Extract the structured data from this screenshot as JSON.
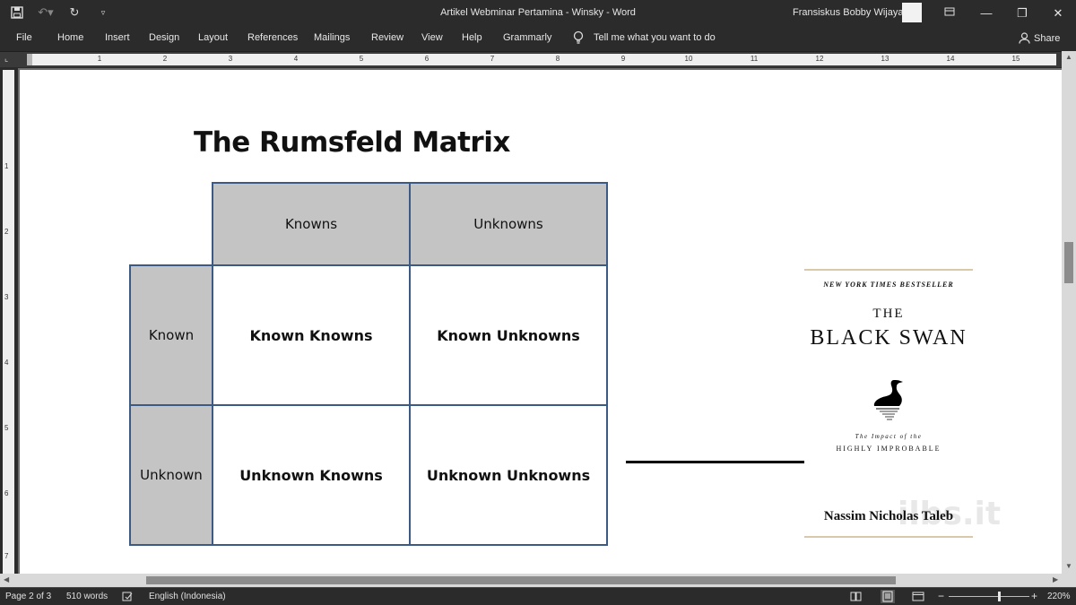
{
  "window": {
    "title": "Artikel Webminar Pertamina - Winsky  -  Word",
    "user": "Fransiskus Bobby Wijaya"
  },
  "ribbon": {
    "tabs": [
      "File",
      "Home",
      "Insert",
      "Design",
      "Layout",
      "References",
      "Mailings",
      "Review",
      "View",
      "Help",
      "Grammarly"
    ],
    "tell_me": "Tell me what you want to do",
    "share": "Share"
  },
  "ruler": {
    "h_ticks": [
      "1",
      "2",
      "3",
      "4",
      "5",
      "6",
      "7",
      "8",
      "9",
      "10",
      "11",
      "12",
      "13",
      "14",
      "15"
    ],
    "v_ticks": [
      "1",
      "2",
      "3",
      "4",
      "5",
      "6",
      "7"
    ]
  },
  "document": {
    "title": "The Rumsfeld Matrix",
    "matrix": {
      "col_headers": [
        "Knowns",
        "Unknowns"
      ],
      "row_headers": [
        "Known",
        "Unknown"
      ],
      "cells": [
        [
          "Known Knowns",
          "Known Unknowns"
        ],
        [
          "Unknown Knowns",
          "Unknown Unknowns"
        ]
      ]
    },
    "book": {
      "bestseller": "NEW YORK TIMES BESTSELLER",
      "the": "THE",
      "title": "BLACK SWAN",
      "subtitle_1": "The Impact of the",
      "subtitle_2": "HIGHLY IMPROBABLE",
      "author": "Nassim Nicholas Taleb",
      "watermark": "ilbs.it"
    }
  },
  "status_bar": {
    "page": "Page 2 of 3",
    "words": "510 words",
    "language": "English (Indonesia)",
    "zoom": "220%"
  }
}
